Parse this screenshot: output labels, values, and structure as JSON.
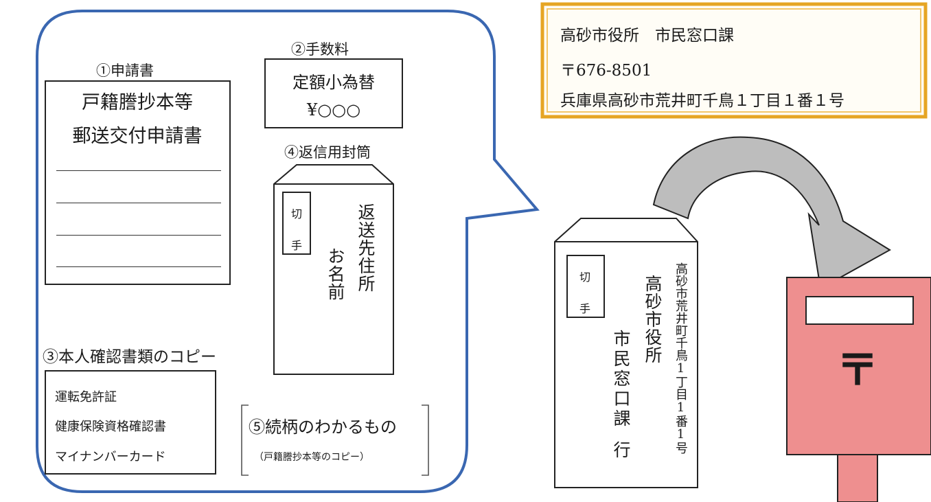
{
  "colors": {
    "bubble_border": "#3a67b1",
    "address_box_border": "#e6a524",
    "postbox_fill": "#ee8f8f",
    "arrow_fill": "#bdbdbd"
  },
  "application": {
    "label": "①申請書",
    "line1": "戸籍謄抄本等",
    "line2": "郵送交付申請書"
  },
  "fee": {
    "label": "②手数料",
    "line1": "定額小為替",
    "line2": "¥○○○"
  },
  "id_copy": {
    "label": "③本人確認書類のコピー",
    "items": [
      "運転免許証",
      "健康保険資格確認書",
      "マイナンバーカード"
    ]
  },
  "return_envelope": {
    "label": "④返信用封筒",
    "stamp_1": "切",
    "stamp_2": "手",
    "col_address": "返送先住所",
    "col_name": "お名前"
  },
  "relation": {
    "title": "⑤続柄のわかるもの",
    "sub": "（戸籍謄抄本等のコピー）"
  },
  "destination": {
    "line1": "高砂市役所　市民窓口課",
    "line2": "〒676-8501",
    "line3": "兵庫県高砂市荒井町千鳥１丁目１番１号"
  },
  "outgoing_envelope": {
    "stamp_1": "切",
    "stamp_2": "手",
    "col_address": "高砂市荒井町千鳥1丁目1番1号",
    "col_office": "高砂市役所",
    "col_dept": "市民窓口課",
    "col_suffix": "行"
  },
  "postbox": {
    "mark": "〒",
    "icon": "postbox-icon"
  }
}
